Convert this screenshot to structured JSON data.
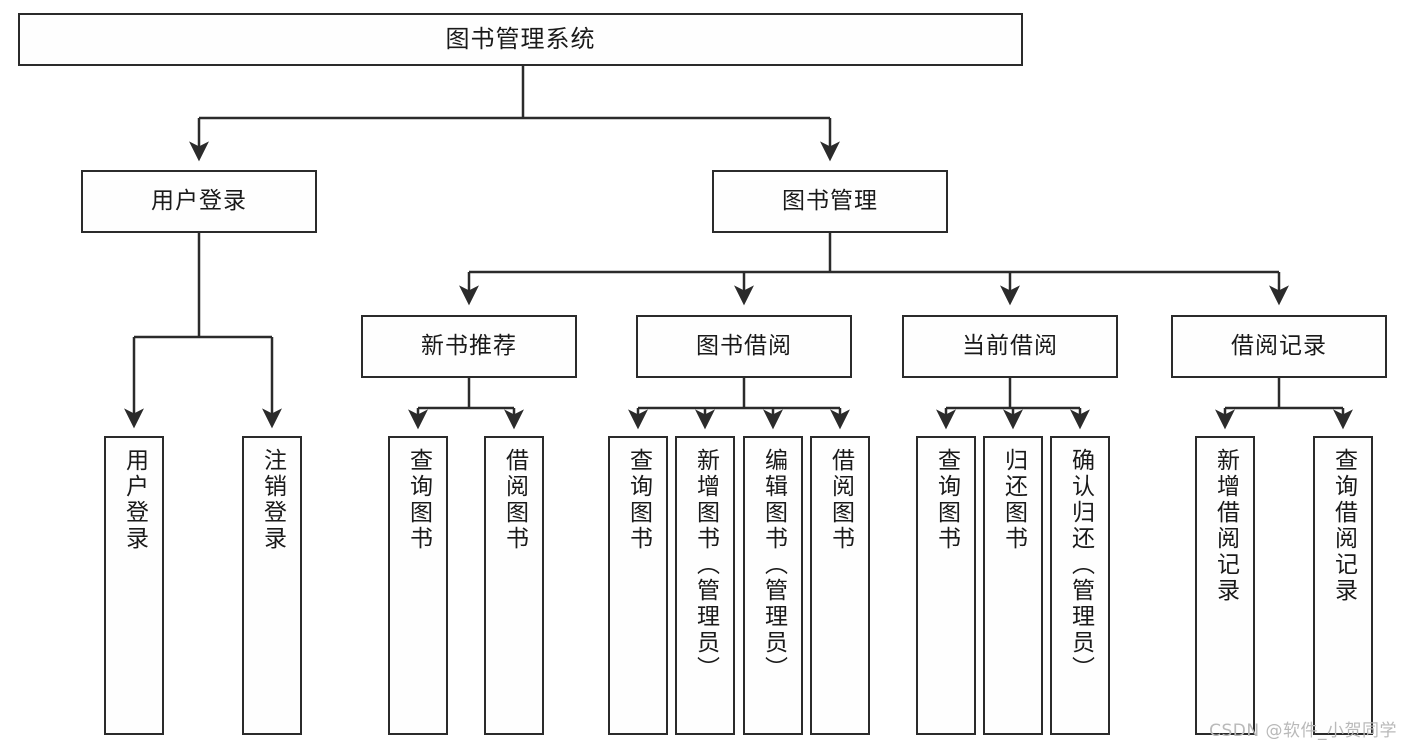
{
  "diagram": {
    "title": "图书管理系统",
    "type": "tree",
    "colors": {
      "stroke": "#2b2b2b",
      "fill": "#fefefe",
      "text": "#1a1a1a",
      "background": "#ffffff",
      "watermark": "#b9b9b9"
    },
    "root": {
      "label": "图书管理系统"
    },
    "level2": [
      {
        "label": "用户登录"
      },
      {
        "label": "图书管理"
      }
    ],
    "level3": [
      {
        "label": "新书推荐"
      },
      {
        "label": "图书借阅"
      },
      {
        "label": "当前借阅"
      },
      {
        "label": "借阅记录"
      }
    ],
    "leaves": {
      "user_login": [
        {
          "label": "用户登录"
        },
        {
          "label": "注销登录"
        }
      ],
      "new_book_recommend": [
        {
          "label": "查询图书"
        },
        {
          "label": "借阅图书"
        }
      ],
      "book_borrow": [
        {
          "label": "查询图书"
        },
        {
          "label": "新增图书（管理员）"
        },
        {
          "label": "编辑图书（管理员）"
        },
        {
          "label": "借阅图书"
        }
      ],
      "current_borrow": [
        {
          "label": "查询图书"
        },
        {
          "label": "归还图书"
        },
        {
          "label": "确认归还（管理员）"
        }
      ],
      "borrow_record": [
        {
          "label": "新增借阅记录"
        },
        {
          "label": "查询借阅记录"
        }
      ]
    },
    "watermark": "CSDN @软件_小贺同学"
  }
}
